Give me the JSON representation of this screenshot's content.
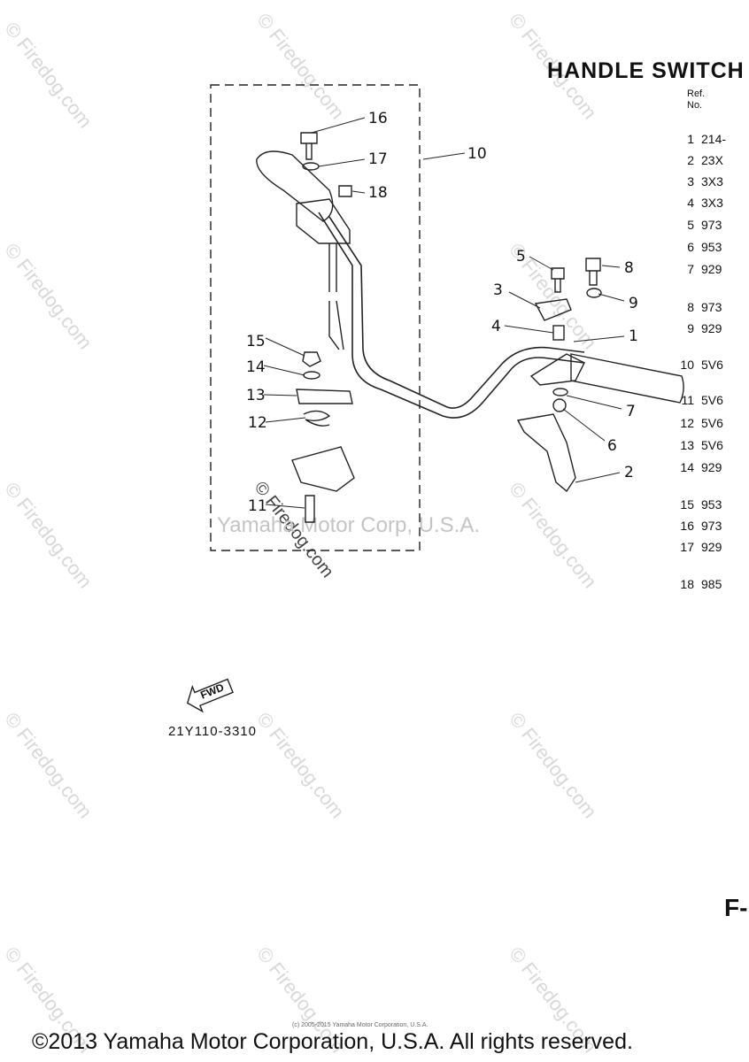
{
  "title": "HANDLE SWITCH",
  "ref_header": [
    "Ref.",
    "No."
  ],
  "ref_rows": [
    {
      "num": "1",
      "part": "214-"
    },
    {
      "num": "2",
      "part": "23X"
    },
    {
      "num": "3",
      "part": "3X3"
    },
    {
      "num": "4",
      "part": "3X3"
    },
    {
      "num": "5",
      "part": "973"
    },
    {
      "num": "6",
      "part": "953"
    },
    {
      "num": "7",
      "part": "929"
    },
    {
      "num": "8",
      "part": "973"
    },
    {
      "num": "9",
      "part": "929"
    },
    {
      "num": "10",
      "part": "5V6"
    },
    {
      "num": "11",
      "part": "5V6"
    },
    {
      "num": "12",
      "part": "5V6"
    },
    {
      "num": "13",
      "part": "5V6"
    },
    {
      "num": "14",
      "part": "929"
    },
    {
      "num": "15",
      "part": "953"
    },
    {
      "num": "16",
      "part": "973"
    },
    {
      "num": "17",
      "part": "929"
    },
    {
      "num": "18",
      "part": "985"
    }
  ],
  "callouts": [
    "16",
    "17",
    "10",
    "18",
    "5",
    "8",
    "3",
    "9",
    "4",
    "1",
    "15",
    "14",
    "13",
    "12",
    "7",
    "6",
    "2",
    "11"
  ],
  "fwd_label": "FWD",
  "fwd_code": "21Y110-3310",
  "page_label": "F-",
  "watermark_text": "Yamaha Motor Corp, U.S.A.",
  "watermark_site": "© Firedog.com",
  "small_print": "(c) 2005-2015 Yamaha Motor Corporation, U.S.A.",
  "copyright": "©2013 Yamaha Motor Corporation, U.S.A. All rights reserved."
}
